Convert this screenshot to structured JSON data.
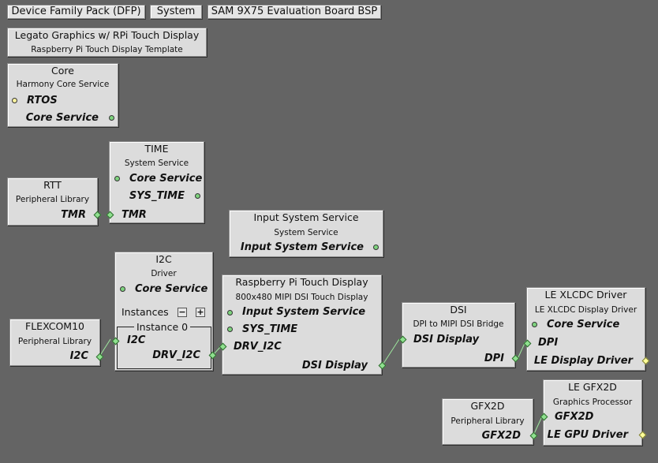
{
  "toolbar": {
    "dfp": "Device Family Pack (DFP)",
    "system": "System",
    "bsp": "SAM 9X75 Evaluation Board BSP"
  },
  "template": {
    "title": "Legato Graphics w/ RPi Touch Display",
    "subtitle": "Raspberry Pi Touch Display Template"
  },
  "core": {
    "title": "Core",
    "subtitle": "Harmony Core Service",
    "port_rtos": "RTOS",
    "port_core_service": "Core Service"
  },
  "time": {
    "title": "TIME",
    "subtitle": "System Service",
    "port_core_service": "Core Service",
    "port_sys_time": "SYS_TIME",
    "port_tmr": "TMR"
  },
  "rtt": {
    "title": "RTT",
    "subtitle": "Peripheral Library",
    "port_tmr": "TMR"
  },
  "input": {
    "title": "Input System Service",
    "subtitle": "System Service",
    "port_input": "Input System Service"
  },
  "i2c": {
    "title": "I2C",
    "subtitle": "Driver",
    "port_core_service": "Core Service",
    "instances_label": "Instances",
    "minus": "−",
    "plus": "+",
    "instance0_label": "Instance 0",
    "port_i2c": "I2C",
    "port_drv_i2c": "DRV_I2C"
  },
  "flexcom": {
    "title": "FLEXCOM10",
    "subtitle": "Peripheral Library",
    "port_i2c": "I2C"
  },
  "rpi": {
    "title": "Raspberry Pi Touch Display",
    "subtitle": "800x480 MIPI DSI Touch Display",
    "port_input": "Input System Service",
    "port_sys_time": "SYS_TIME",
    "port_drv_i2c": "DRV_I2C",
    "port_dsi_display": "DSI Display"
  },
  "dsi": {
    "title": "DSI",
    "subtitle": "DPI to MIPI DSI Bridge",
    "port_dsi_display": "DSI Display",
    "port_dpi": "DPI"
  },
  "xlcdc": {
    "title": "LE XLCDC Driver",
    "subtitle": "LE XLCDC Display Driver",
    "port_core_service": "Core Service",
    "port_dpi": "DPI",
    "port_le_display": "LE Display Driver"
  },
  "gfx2d": {
    "title": "GFX2D",
    "subtitle": "Peripheral Library",
    "port_gfx2d": "GFX2D"
  },
  "legfx2d": {
    "title": "LE GFX2D",
    "subtitle": "Graphics Processor",
    "port_gfx2d": "GFX2D",
    "port_le_gpu": "LE GPU Driver"
  }
}
